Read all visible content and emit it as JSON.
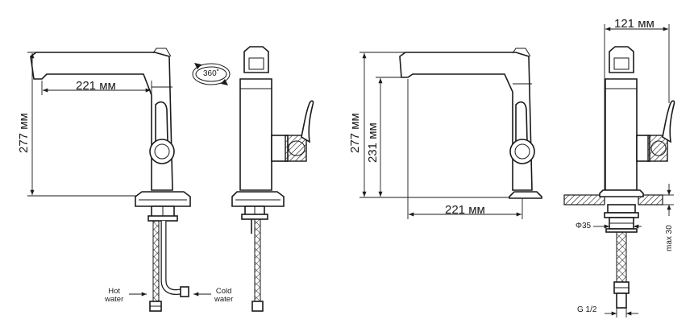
{
  "labels": {
    "spout_reach_left": "221 мм",
    "height_left": "277 мм",
    "rotation": "360˚",
    "hot_water": "Hot\nwater",
    "cold_water": "Cold\nwater",
    "height_right_total": "277 мм",
    "height_right_spout": "231 мм",
    "spout_reach_right": "221 мм",
    "width_top": "121 мм",
    "diameter": "Φ35",
    "max_thickness": "max 30",
    "thread": "G 1/2"
  },
  "colors": {
    "line": "#1a1a1a",
    "background": "#ffffff"
  }
}
